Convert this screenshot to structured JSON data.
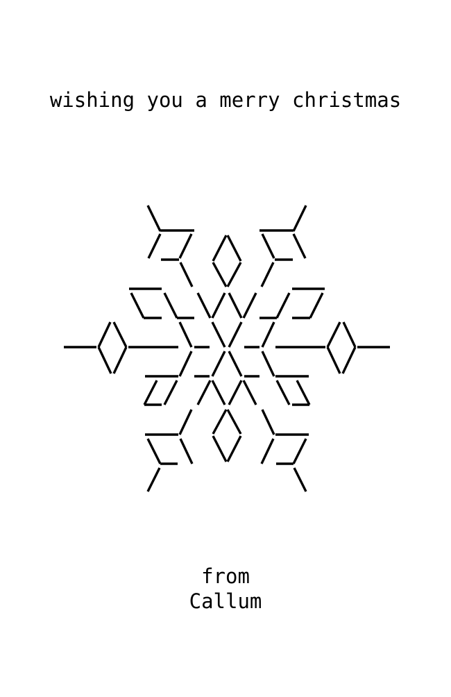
{
  "card": {
    "greeting": "wishing you a merry christmas",
    "illustration": "snowflake",
    "signoff": "from",
    "signature_name": "Callum"
  },
  "colors": {
    "background": "#ffffff",
    "ink": "#000000"
  }
}
